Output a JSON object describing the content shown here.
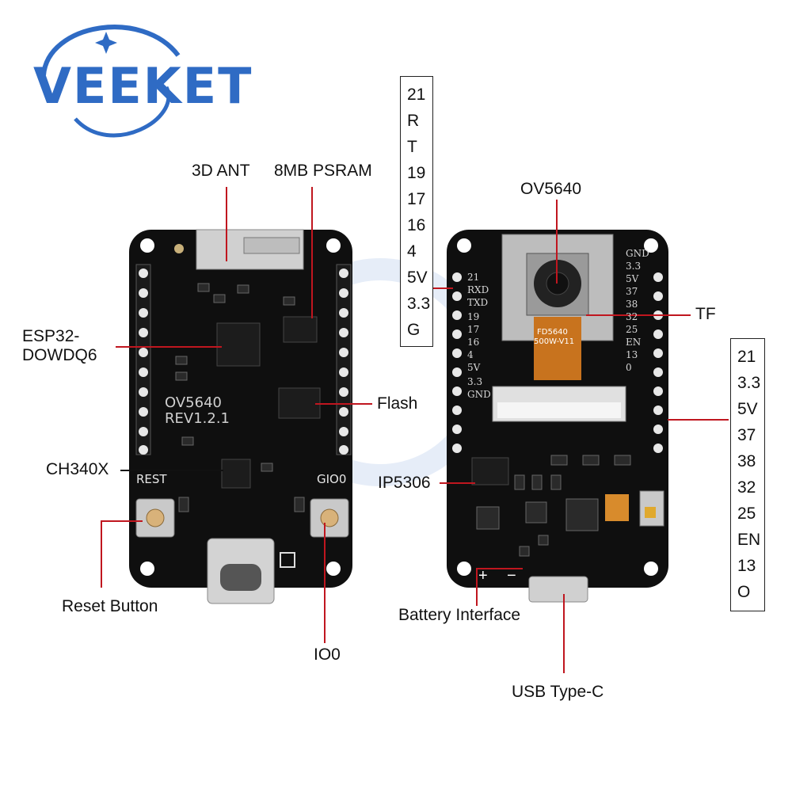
{
  "logo": {
    "text": "VEEKET"
  },
  "labels": {
    "ant": "3D ANT",
    "psram": "8MB PSRAM",
    "esp_line1": "ESP32-",
    "esp_line2": "DOWDQ6",
    "flash": "Flash",
    "ch340": "CH340X",
    "reset_btn": "Reset Button",
    "io0": "IO0",
    "ov5640": "OV5640",
    "tf": "TF",
    "ip5306": "IP5306",
    "battery": "Battery Interface",
    "usbc": "USB Type-C"
  },
  "board_silk": {
    "model": "OV5640",
    "rev": "REV1.2.1",
    "rest": "REST",
    "gio0": "GIO0",
    "fpc_line1": "FD5640",
    "fpc_line2": "500W-V11"
  },
  "left_pin_box": [
    "21",
    "R",
    "T",
    "19",
    "17",
    "16",
    "4",
    "5V",
    "3.3",
    "G"
  ],
  "right_pin_box": [
    "21",
    "3.3",
    "5V",
    "37",
    "38",
    "32",
    "25",
    "EN",
    "13",
    "O"
  ],
  "back_left_silk": [
    "21",
    "RXD",
    "TXD",
    "19",
    "17",
    "16",
    "4",
    "5V",
    "3.3",
    "GND"
  ],
  "back_right_silk": [
    "GND",
    "3.3",
    "5V",
    "37",
    "38",
    "32",
    "25",
    "EN",
    "13",
    "0"
  ],
  "polarity": {
    "plus": "+",
    "minus": "−"
  },
  "colors": {
    "brand": "#2f6bc4",
    "leader": "#c0161f",
    "board": "#0f0f0f"
  }
}
